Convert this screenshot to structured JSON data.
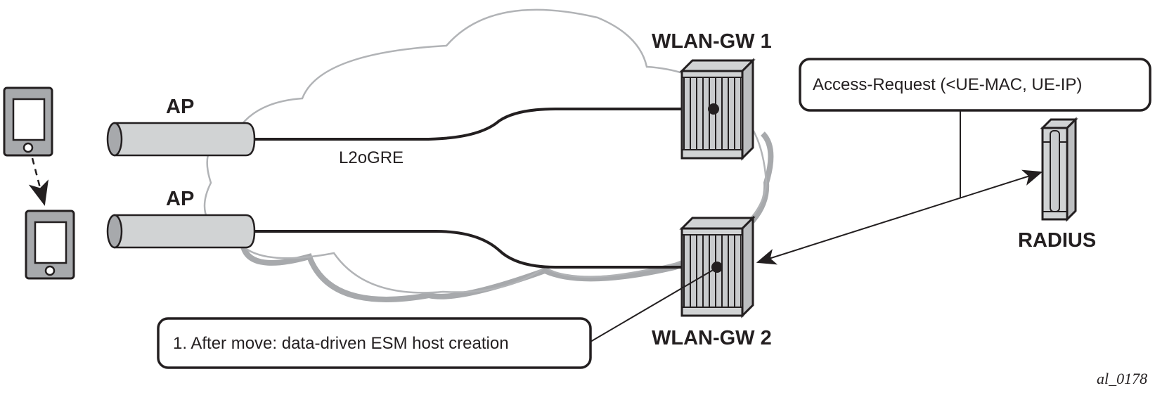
{
  "diagram": {
    "labels": {
      "ap_top": "AP",
      "ap_bottom": "AP",
      "tunnel": "L2oGRE",
      "gw1": "WLAN-GW 1",
      "gw2": "WLAN-GW 2",
      "radius": "RADIUS",
      "figure_id": "al_0178"
    },
    "callouts": {
      "access_request": "Access-Request (<UE-MAC, UE-IP)",
      "after_move": "1. After move: data-driven ESM host creation"
    },
    "nodes": [
      {
        "id": "ue-before",
        "type": "tablet-icon"
      },
      {
        "id": "ue-after",
        "type": "tablet-icon"
      },
      {
        "id": "ap-1",
        "type": "cylinder-icon"
      },
      {
        "id": "ap-2",
        "type": "cylinder-icon"
      },
      {
        "id": "gw-1",
        "type": "chassis-icon"
      },
      {
        "id": "gw-2",
        "type": "chassis-icon"
      },
      {
        "id": "radius-server",
        "type": "server-icon"
      },
      {
        "id": "network",
        "type": "cloud-icon"
      }
    ],
    "colors": {
      "stroke": "#231f20",
      "device_fill": "#d1d3d4",
      "tablet_fill": "#a7a9ac",
      "cloud_stroke": "#b1b3b6"
    }
  }
}
